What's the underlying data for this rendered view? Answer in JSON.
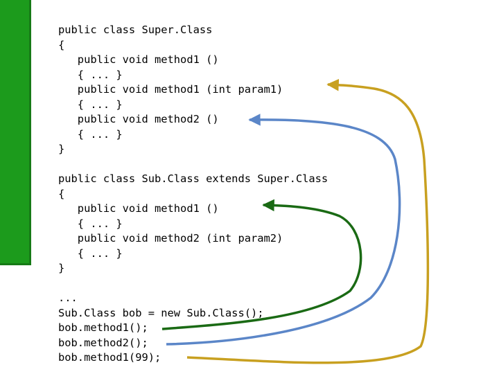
{
  "colors": {
    "accent_bar": "#1c9b1c",
    "arrow_gold": "#c8a020",
    "arrow_blue": "#5b86c8",
    "arrow_green": "#1a6a14",
    "text": "#000000"
  },
  "code_lines": [
    "public class Super.Class",
    "{",
    "   public void method1 ()",
    "   { ... }",
    "   public void method1 (int param1)",
    "   { ... }",
    "   public void method2 ()",
    "   { ... }",
    "}",
    "",
    "public class Sub.Class extends Super.Class",
    "{",
    "   public void method1 ()",
    "   { ... }",
    "   public void method2 (int param2)",
    "   { ... }",
    "}",
    "",
    "...",
    "Sub.Class bob = new Sub.Class();",
    "bob.method1();",
    "bob.method2();",
    "bob.method1(99);"
  ],
  "arrows": [
    {
      "name": "arrow-method1-99-to-super-method1-param",
      "color_key": "arrow_gold",
      "from_line": 22,
      "to_line": 4
    },
    {
      "name": "arrow-method2-to-super-method2",
      "color_key": "arrow_blue",
      "from_line": 21,
      "to_line": 6
    },
    {
      "name": "arrow-method1-to-sub-method1",
      "color_key": "arrow_green",
      "from_line": 20,
      "to_line": 12
    }
  ]
}
